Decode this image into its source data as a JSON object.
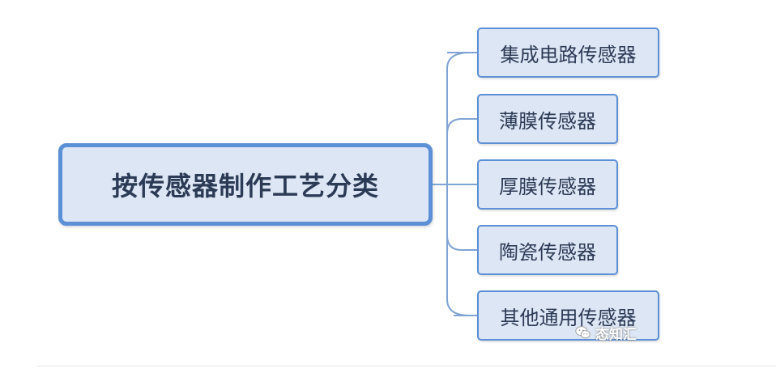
{
  "diagram": {
    "root": {
      "label": "按传感器制作工艺分类"
    },
    "children": [
      {
        "label": "集成电路传感器"
      },
      {
        "label": "薄膜传感器"
      },
      {
        "label": "厚膜传感器"
      },
      {
        "label": "陶瓷传感器"
      },
      {
        "label": "其他通用传感器"
      }
    ]
  },
  "watermark": {
    "text": "态知汇",
    "icon": "wechat-icon"
  },
  "colors": {
    "node_border": "#5b8fd6",
    "node_fill": "#dde6f4",
    "text": "#2b3a55",
    "connector": "#7ea3d4"
  }
}
